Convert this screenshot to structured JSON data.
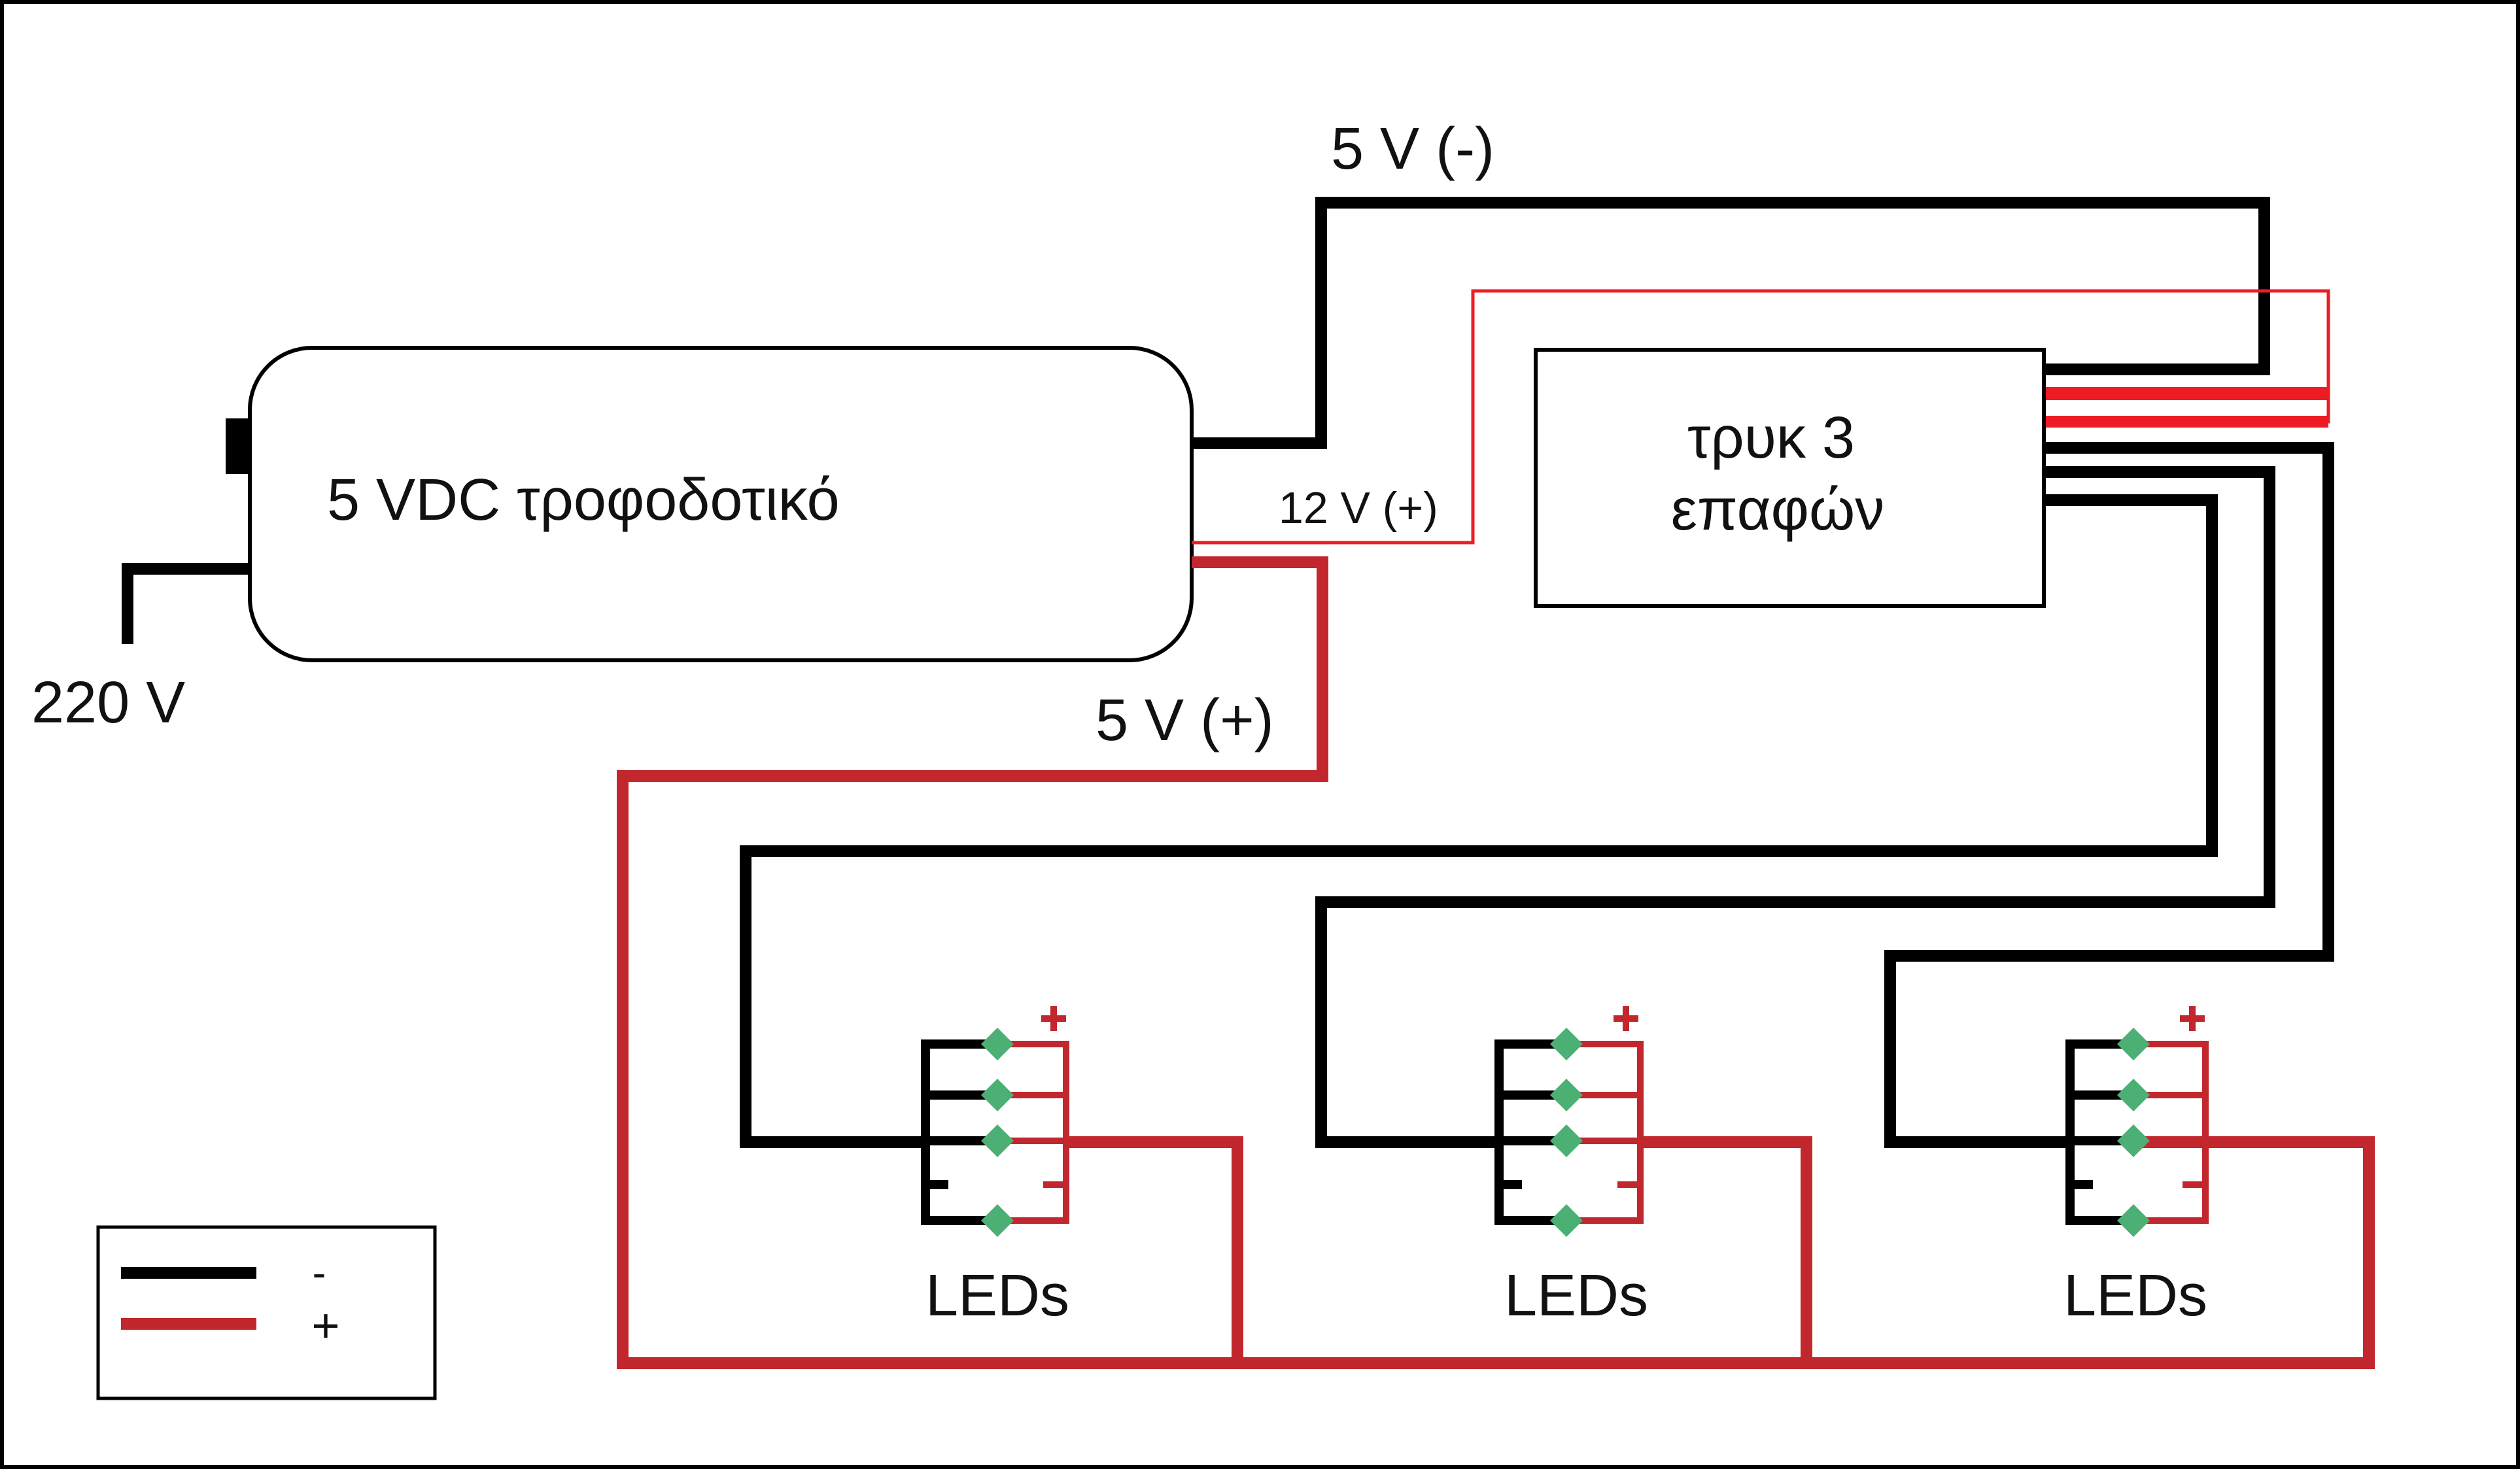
{
  "labels": {
    "power_supply": "5 VDC τροφοδοτικό",
    "mains": "220 V",
    "v5_minus": "5 V (-)",
    "v5_plus": "5 V (+)",
    "v12_plus": "12 V (+)",
    "trick_line1": "τρυκ 3",
    "trick_line2": "επαφών",
    "leds_1": "LEDs",
    "leds_2": "LEDs",
    "leds_3": "LEDs"
  },
  "legend": {
    "minus_symbol": "-",
    "plus_symbol": "+"
  },
  "colors": {
    "negative_wire": "#000000",
    "positive_wire": "#c1272d",
    "twelve_volt_wire": "#ed1c24",
    "led": "#4caf73"
  }
}
